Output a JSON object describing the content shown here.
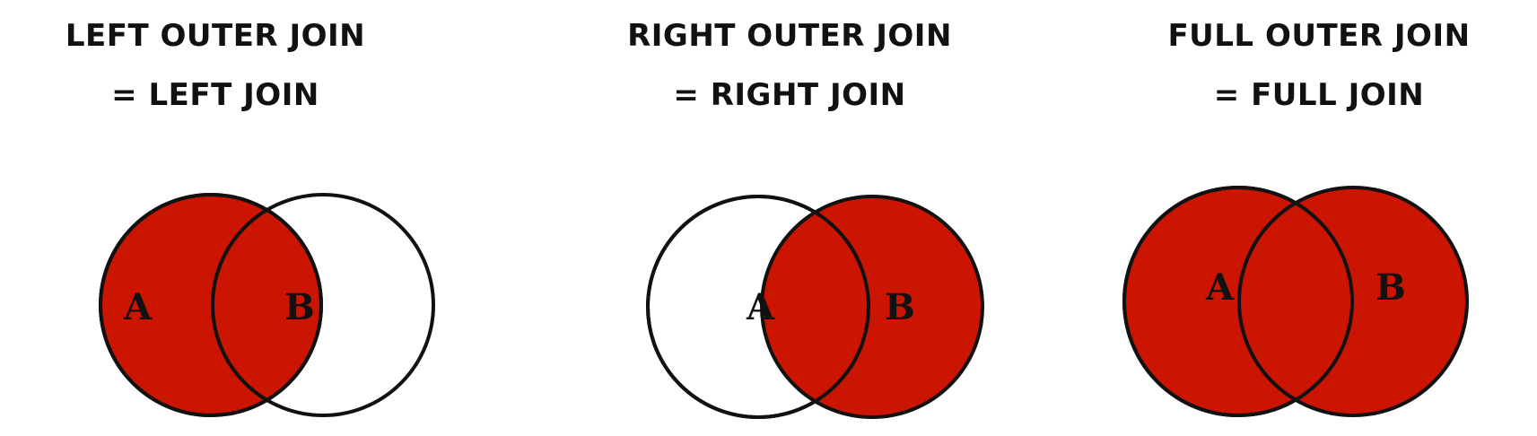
{
  "panels": [
    {
      "line1": "LEFT OUTER JOIN",
      "line2": "= LEFT JOIN",
      "label_a": "A",
      "label_b": "B",
      "fill_a": true,
      "fill_b": false
    },
    {
      "line1": "RIGHT OUTER JOIN",
      "line2": "= RIGHT JOIN",
      "label_a": "A",
      "label_b": "B",
      "fill_a": false,
      "fill_b": true
    },
    {
      "line1": "FULL OUTER JOIN",
      "line2": "= FULL JOIN",
      "label_a": "A",
      "label_b": "B",
      "fill_a": true,
      "fill_b": true
    }
  ],
  "colors": {
    "fill": "#cc1500",
    "stroke": "#111111",
    "empty": "#ffffff"
  }
}
